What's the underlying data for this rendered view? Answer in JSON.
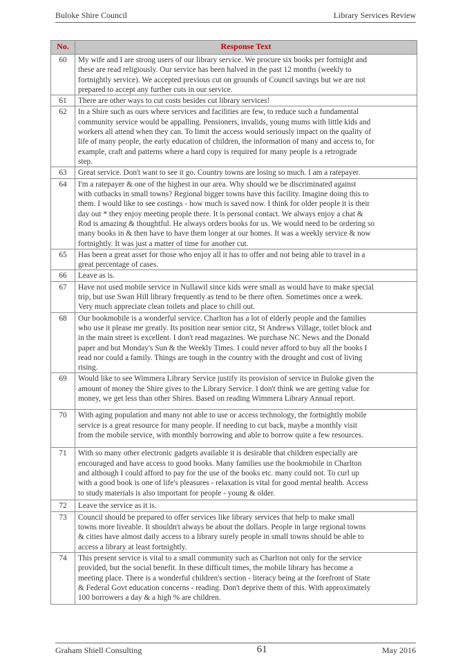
{
  "header": {
    "left": "Buloke Shire Council",
    "right": "Library Services Review"
  },
  "table": {
    "columns": [
      "No.",
      "Response Text"
    ],
    "rows": [
      {
        "no": "60",
        "text": "My wife and I are strong users of our library service. We procure six books per fortnight and\nthese are read religiously. Our service has been halved in the past 12 months (weekly to\nfortnightly service). We accepted previous cut on grounds of Council savings but we are not\nprepared to accept any further cuts in our service."
      },
      {
        "no": "61",
        "text": "There are other ways to cut costs besides cut library services!"
      },
      {
        "no": "62",
        "text": "In a Shire such as ours where services and facilities are few, to reduce such a fundamental\ncommunity service would be appalling. Pensioners, invalids, young mums with little kids and\nworkers all attend when they can. To limit the access would seriously impact on the quality of\nlife of many people, the early education of children, the information of many and access to, for\nexample, craft and patterns where a hard copy is required for many people is a retrograde\nstep."
      },
      {
        "no": "63",
        "text": "Great service. Don't want to see it go. Country towns are losing so much. I am a ratepayer."
      },
      {
        "no": "64",
        "text": "I'm a ratepayer & one of the highest in our area. Why should we be discriminated against\nwith cutbacks in small towns? Regional bigger towns have this facility. Imagine doing this to\nthem.  I would like to see costings - how much is saved now. I think for older people it is their\nday out * they enjoy meeting people there. It is personal contact. We always enjoy a chat &\nRod is amazing & thoughtful. He always orders books for us. We would need to be ordering so\nmany books in & then have to have them longer at our homes. It was a weekly service & now\nfortnightly. It was just a matter of time for another cut."
      },
      {
        "no": "65",
        "text": "Has been a great asset for those who enjoy all it has to offer and not being able to travel in a\ngreat percentage of cases."
      },
      {
        "no": "66",
        "text": "Leave as is."
      },
      {
        "no": "67",
        "text": "Have not used mobile service in Nullawil since kids were small as would have to make special\ntrip, but use Swan Hill library frequently as tend to be there often. Sometimes once a week.\nVery much appreciate clean toilets and place to chill out."
      },
      {
        "no": "68",
        "text": "Our bookmobile is a wonderful service. Charlton has a lot of elderly people and the families\nwho use it please me greatly. Its position near senior citz, St Andrews Village, toilet block and\nin the main street is excellent. I don't read magazines. We purchase NC News and the Donald\npaper and but Monday's Sun & the Weekly Times. I could never afford to buy all the books I\nread nor could a family. Things are tough in the country with the drought and cost of living\nrising."
      },
      {
        "no": "69",
        "text": "Would like to see Wimmera Library Service justify its provision of service in Buloke given the\namount of money the Shire gives to the Library Service. I don't think we are getting value for\nmoney, we get less than other Shires. Based on reading Wimmera Library Annual report."
      },
      {
        "no": "70",
        "text": "With aging population and many not able to use or access technology, the fortnightly mobile\nservice is a great resource for many people. If needing to cut back, maybe a monthly visit\nfrom the mobile service, with monthly borrowing and able to borrow quite a few resources."
      },
      {
        "no": "71",
        "text": "With so many other electronic gadgets available it is desirable that children especially are\nencouraged and have access to good books. Many families use the bookmobile in Charlton\nand although I could afford to pay for the use of the books etc. many could not. To curl up\nwith a good book is one of life's pleasures - relaxation is vital for good mental health. Access\nto study materials is also important for people - young & older."
      },
      {
        "no": "72",
        "text": "Leave the service as it is."
      },
      {
        "no": "73",
        "text": "Council should be prepared to offer services like library services that help to make small\ntowns more liveable. It shouldn't always be about the dollars. People in large regional towns\n& cities have almost daily access to a library surely people in small towns should be able to\naccess a library at least fortnightly."
      },
      {
        "no": "74",
        "text": "This present service is vital to a small community such as Charlton not only for the service\nprovided, but the social benefit. In these difficult times, the mobile library has become a\nmeeting place. There is a wonderful children's section - literacy being at the forefront of State\n& Federal Govt education concerns - reading. Don't deprive them of this. With approximately\n100 borrowers a day & a high % are children."
      }
    ]
  },
  "footer": {
    "left": "Graham Shiell Consulting",
    "page": "61",
    "right": "May 2016"
  }
}
